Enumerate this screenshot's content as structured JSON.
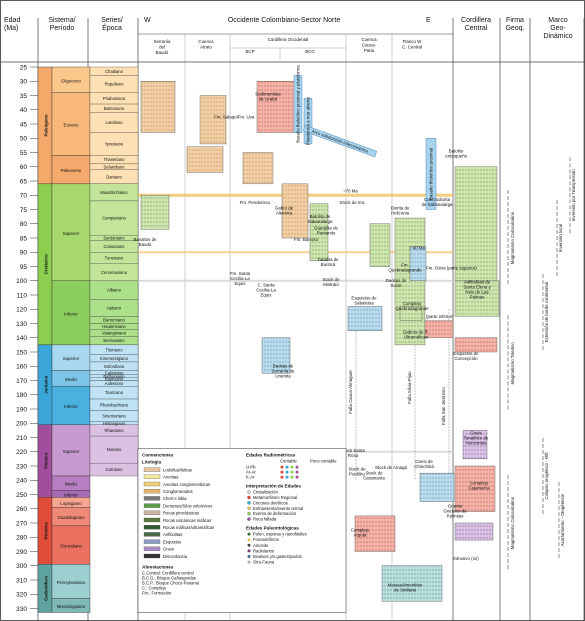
{
  "header": {
    "edad": "Edad (Ma)",
    "sistema": "Sistema/ Período",
    "series": "Series/ Época",
    "west": "W",
    "east": "E",
    "title": "Occidente Colombiano-Sector Norte",
    "cordillera_central": "Cordillera Central",
    "firma": "Firma Geoq.",
    "marco": "Marco Geo- Dinámico",
    "cols": [
      "Serranía del Baudó",
      "Cuenca Atrato",
      "Cordillera Occidental",
      "BCP",
      "BCG",
      "Cuenca Cauca-Patía",
      "Flanco W C. Central"
    ]
  },
  "ages": [
    "25",
    "30",
    "35",
    "40",
    "45",
    "50",
    "55",
    "60",
    "65",
    "70",
    "75",
    "80",
    "85",
    "90",
    "95",
    "100",
    "110",
    "120",
    "130",
    "140",
    "150",
    "160",
    "170",
    "180",
    "190",
    "200",
    "210",
    "220",
    "230",
    "240",
    "250",
    "260",
    "270",
    "280",
    "290",
    "300",
    "310",
    "320",
    "330"
  ],
  "systems": [
    {
      "name": "Paleógeno",
      "color": "#f4a96b"
    },
    {
      "name": "Cretácico",
      "color": "#8ccf4e"
    },
    {
      "name": "Jurásico",
      "color": "#3aa7d8"
    },
    {
      "name": "Triásico",
      "color": "#a14e9e"
    },
    {
      "name": "Pérmico",
      "color": "#e04c3a"
    },
    {
      "name": "Carbonífero",
      "color": "#5fa3a1"
    }
  ],
  "series": [
    {
      "name": "Oligoceno",
      "color": "#fbc88c"
    },
    {
      "name": "Eoceno",
      "color": "#f8b87a"
    },
    {
      "name": "Paleoceno",
      "color": "#f6a96c"
    },
    {
      "name": "Superior",
      "color": "#a6d86e"
    },
    {
      "name": "Inferior",
      "color": "#8ccd60"
    },
    {
      "name": "Superior",
      "color": "#a9d9f0"
    },
    {
      "name": "Medio",
      "color": "#7dc6e8"
    },
    {
      "name": "Inferior",
      "color": "#4ab0e0"
    },
    {
      "name": "Superior",
      "color": "#c79bcf"
    },
    {
      "name": "Medio",
      "color": "#b77fc1"
    },
    {
      "name": "Inferior",
      "color": "#a66cb3"
    },
    {
      "name": "Lopingiano",
      "color": "#f5a592"
    },
    {
      "name": "Guadalupiano",
      "color": "#f08a78"
    },
    {
      "name": "Cisuraliano",
      "color": "#ea7060"
    },
    {
      "name": "Pennylvaniano",
      "color": "#9ccfd0"
    },
    {
      "name": "Mississippiano",
      "color": "#7eb9b6"
    }
  ],
  "stages": [
    "Chattiano",
    "Rupeliano",
    "Priaboniano",
    "Bartoniano",
    "Luteliano",
    "Ypresiano",
    "Thanetiano",
    "Selandiano",
    "Daniano",
    "Maastrichtiano",
    "Campaniano",
    "Santoniano",
    "Coniaciano",
    "Turoniano",
    "Cenomaniano",
    "Albiano",
    "Aptiano",
    "Barremiano",
    "Hauteriviano",
    "Valanginiano",
    "Berriasiano",
    "Titoniano",
    "Kimmeridgiano",
    "Oxfordiano",
    "Caloviano",
    "Bathoniano",
    "Bajociano",
    "Aaleniano",
    "Toarciano",
    "Pliensbachiano",
    "Sinemuriano",
    "Hettangiano",
    "Rhaetiano",
    "Noriano",
    "Carniano"
  ],
  "units": [
    "Fm. Salaquí",
    "Fm. Uva",
    "Sedimentitas de Urabá",
    "Fm. Santa Cecilia-La Equis",
    "Fm. Penderisco",
    "Basaltos de Baudó",
    "C. Santa Cecilia-La Equis",
    "Gabro de Altamira",
    "Fm. Barroso",
    "Stock de Mistrató",
    "Stock de Irra",
    "Tonalita de Buriticá",
    "Granulita de Pantanito",
    "Batolito de Sabanalarga",
    "Fm. Quebradagrande",
    "Complejo Quebradagrande",
    "Dacitas de Sucre",
    "Diorita de Heliconia",
    "Cuarzodiorita de Sabanalarga",
    "Batolito Antioqueño",
    "Anfibolitas de Santa Elena y Neis de Las Palmas",
    "Esquistos de Sabaletas",
    "Gabros de R. Ultramáficas",
    "Esquistos de Concepción",
    "Dacitas de Serranía de Uramita",
    "Stock Santa Rosa",
    "Stock de Pueblito",
    "Stock de Amagá",
    "Gneis de Chinchiná",
    "Stock de Caramanta",
    "Gneis Tonalítico de Horizontes",
    "Complejo Cajamarca",
    "Granito Gnéisico de Palmitas",
    "Complejo Arquía",
    "Metasedimentitas de Sinifaná",
    "Intrusivo (mi)"
  ],
  "notes": [
    "Basalto tholeiítico proximal y plataforma",
    "Plataforma a mar abierto",
    "Arco subducción interoceánico",
    "Basalto tholeiítico proximal",
    "~70 Ma",
    "~ 90 Ma",
    "Falla Cauca-Almaguer",
    "Falla Silvia-Pijao",
    "Falla San Jerónimo",
    "Fm. Ostra (parte superior)",
    "(parte inferior)"
  ],
  "geochem": [
    "Magmatismo Calcoalcalino",
    "Magmatismo Toleitico",
    "Magmatismo Calcoalcalino"
  ],
  "geodynamic": [
    "Extensión de borde continental",
    "Inversión local",
    "Inversión por Transpresión",
    "Colapso orogénico - Rift",
    "Acortamiento - Orogénesis"
  ],
  "legend": {
    "title": "Convenciones",
    "lithology_title": "Litología",
    "lithology": [
      "Lodolitas/lutitas",
      "Arenitas",
      "Arenitas conglomeráticas",
      "Conglomerados",
      "Chert e lidita",
      "Derrames/Silos volcánicos",
      "Rocas piroclásticas",
      "Rocas volcánicas máficas",
      "Rocas máficas/ultramáficas",
      "Anfibolitas",
      "Esquistos",
      "Gneis",
      "Discordancia"
    ],
    "alterations_title": "Abreviaciones",
    "alterations": [
      "C.Central: Cordillera central",
      "B.C.G.: Bloque Cañasgordas",
      "B.C.P.: Bloque Chocó-Panamá",
      "C.: Complejo",
      "Fm.: Formación"
    ],
    "radiometric_title": "Edades Radiométricas",
    "radiometric_cols": [
      "Contable",
      "Poco contable"
    ],
    "radiometric": [
      "U-Pb",
      "Ar-Ar",
      "K-Ar"
    ],
    "interp_title": "Interpretación de Edades",
    "interp": [
      "Cristalización",
      "Metamorfismo Regional",
      "Circones detríticos",
      "Enfriamiento/evento termal",
      "Evento de deformación",
      "Roca fallada"
    ],
    "paleo_title": "Edades Paleontológicas",
    "paleo": [
      "Polen, esporas y nanofósiles",
      "Foraminíferos",
      "Amonite",
      "Radiolarios",
      "Bivalvos y/o gasterópodos",
      "Otra Fauna"
    ]
  },
  "colors": {
    "accent": "#f0c05a",
    "lithology_brown": "#e7c59e",
    "blue_block": "#a8d4f0"
  }
}
